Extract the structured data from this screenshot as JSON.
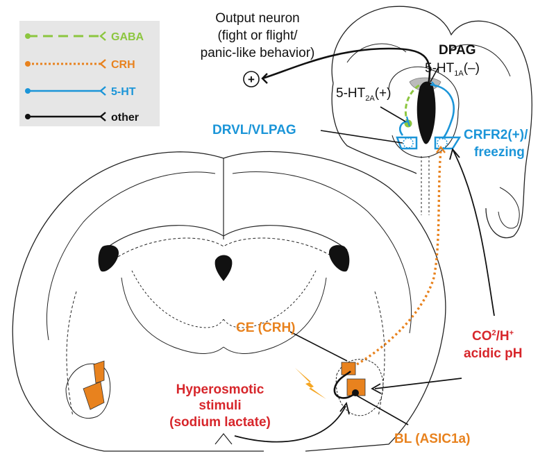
{
  "legend": {
    "items": [
      {
        "label": "GABA",
        "color": "#8cc63f",
        "style": "dashed"
      },
      {
        "label": "CRH",
        "color": "#e8821e",
        "style": "dotted"
      },
      {
        "label": "5-HT",
        "color": "#1b95d8",
        "style": "solid"
      },
      {
        "label": "other",
        "color": "#111111",
        "style": "solid"
      }
    ]
  },
  "labels": {
    "output_neuron_1": "Output neuron",
    "output_neuron_2": "(fight or flight/",
    "output_neuron_3": "panic-like behavior)",
    "plus_symbol": "+",
    "dpag": "DPAG",
    "ht1a_base": "5-HT",
    "ht1a_sub": "1A",
    "ht1a_suffix": "(–)",
    "ht2a_base": "5-HT",
    "ht2a_sub": "2A",
    "ht2a_suffix": "(+)",
    "drvl": "DRVL/VLPAG",
    "crfr2_1": "CRFR2(+)/",
    "crfr2_2": "freezing",
    "ce": "CE (CRH)",
    "co2_base": "CO",
    "co2_sup1": "2",
    "co2_mid": "/H",
    "co2_sup2": "+",
    "acidic": "acidic pH",
    "hyper_1": "Hyperosmotic",
    "hyper_2": "stimuli",
    "hyper_3": "(sodium lactate)",
    "bl": "BL (ASIC1a)"
  },
  "colors": {
    "gaba": "#8cc63f",
    "crh": "#e8821e",
    "serotonin": "#1b95d8",
    "other": "#111111",
    "stimulus_red": "#d7262b",
    "lightning": "#f5a623"
  }
}
